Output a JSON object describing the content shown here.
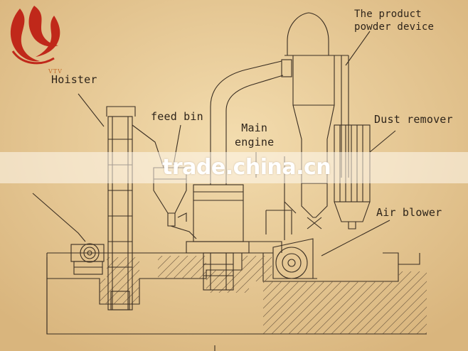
{
  "diagram": {
    "labels": {
      "product_powder": [
        "The product",
        "powder device"
      ],
      "hoister": "Hoister",
      "feed_bin": "feed bin",
      "main_engine": [
        "Main",
        "engine"
      ],
      "dust_remover": "Dust remover",
      "air_blower": "Air blower"
    }
  },
  "watermark": "trade.china.cn",
  "logo_text": "VTV",
  "colors": {
    "background": "#edd3a1",
    "ink": "#3a2e22",
    "logo": "#c0281a"
  }
}
